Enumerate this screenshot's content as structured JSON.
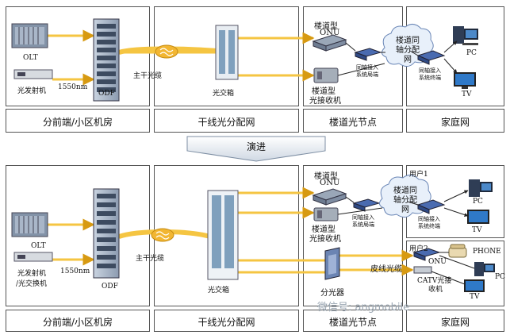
{
  "top": {
    "olt": "OLT",
    "transmitter": "光发射机",
    "wavelength": "1550nm",
    "odf": "ODF",
    "trunk": "主干光缆",
    "cabinet": "光交箱",
    "onu_corridor_1": "楼道型",
    "onu_corridor_2": "ONU",
    "receiver_corridor_1": "楼道型",
    "receiver_corridor_2": "光接收机",
    "coax_net": [
      "楼道同",
      "轴分配",
      "网"
    ],
    "coax_terminal_a": [
      "同轴接入",
      "系统局端"
    ],
    "coax_terminal_b": [
      "同轴接入",
      "系统终端"
    ],
    "pc": "PC",
    "tv": "TV",
    "sections": [
      "分前端/小区机房",
      "干线光分配网",
      "楼道光节点",
      "家庭网"
    ]
  },
  "evolve": "演进",
  "bottom": {
    "olt": "OLT",
    "transmitter_1": "光发射机",
    "transmitter_2": "/光交换机",
    "wavelength": "1550nm",
    "odf": "ODF",
    "trunk": "主干光缆",
    "cabinet": "光交箱",
    "onu_corridor_1": "楼道型",
    "onu_corridor_2": "ONU",
    "receiver_corridor_1": "楼道型",
    "receiver_corridor_2": "光接收机",
    "coax_net": [
      "楼道同",
      "轴分配",
      "网"
    ],
    "coax_terminal_a": [
      "同轴接入",
      "系统局端"
    ],
    "coax_terminal_b": [
      "同轴接入",
      "系统终端"
    ],
    "user1": "用户1",
    "user2": "用户2",
    "pc": "PC",
    "tv": "TV",
    "phone": "PHONE",
    "onu": "ONU",
    "catv_1": "CATV光接",
    "catv_2": "收机",
    "drop_cable": "皮线光缆",
    "splitter": "分光器",
    "sections": [
      "分前端/小区机房",
      "干线光分配网",
      "楼道光节点",
      "家庭网"
    ]
  },
  "watermark": "微信号: angmobile",
  "colors": {
    "fiber": "#f5c542",
    "fiber_dark": "#d79a12",
    "device": "#7d8ea3",
    "blue": "#3b5ba5"
  }
}
